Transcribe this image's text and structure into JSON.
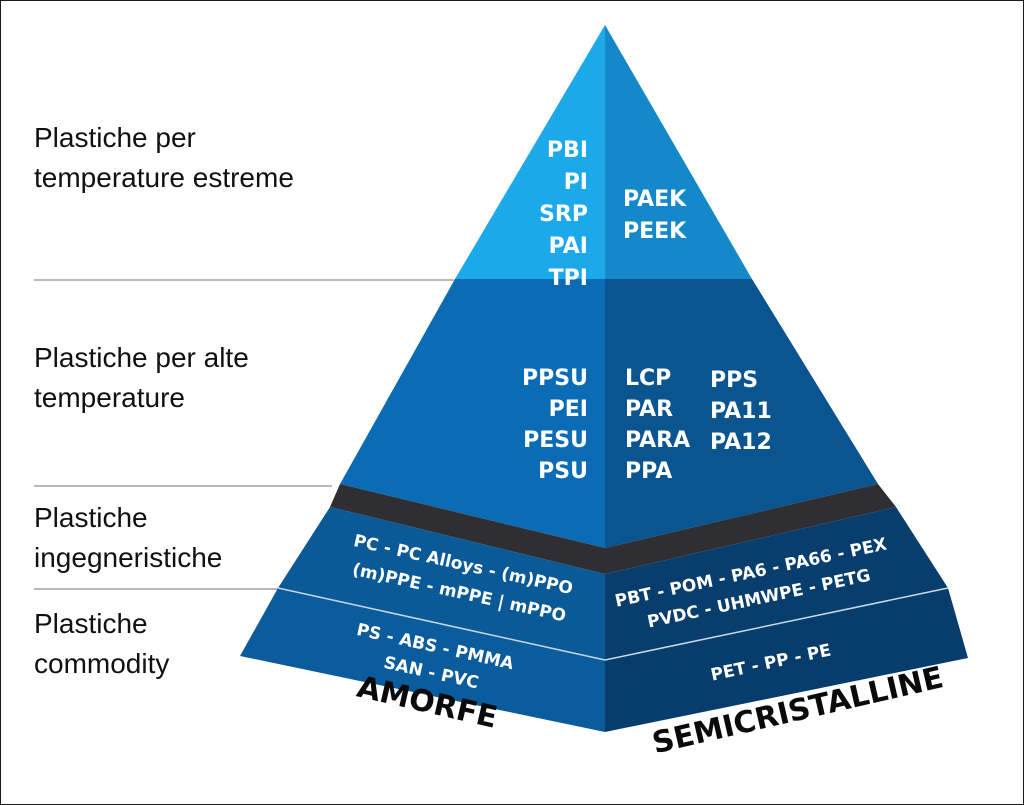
{
  "tiers": {
    "extreme": {
      "line1": "Plastiche per",
      "line2": "temperature estreme"
    },
    "high": {
      "line1": "Plastiche per alte",
      "line2": "temperature"
    },
    "engineering": {
      "line1": "Plastiche",
      "line2": "ingegneristiche"
    },
    "commodity": {
      "line1": "Plastiche",
      "line2": "commodity"
    }
  },
  "pyramid": {
    "top_left": [
      "PBI",
      "PI",
      "SRP",
      "PAI",
      "TPI"
    ],
    "top_right": [
      "PAEK",
      "PEEK"
    ],
    "mid_left": [
      "PPSU",
      "PEI",
      "PESU",
      "PSU"
    ],
    "mid_right_a": [
      "LCP",
      "PAR",
      "PARA",
      "PPA"
    ],
    "mid_right_b": [
      "PPS",
      "PA11",
      "PA12"
    ],
    "eng_left": [
      "PC - PC Alloys - (m)PPO",
      "(m)PPE - mPPE | mPPO"
    ],
    "eng_right": [
      "PBT - POM - PA6 - PA66 - PEX",
      "PVDC - UHMWPE - PETG"
    ],
    "com_left": [
      "PS - ABS - PMMA",
      "SAN - PVC"
    ],
    "com_right": [
      "PET - PP - PE"
    ]
  },
  "columns": {
    "left": "AMORFE",
    "right": "SEMICRISTALLINE"
  },
  "colors": {
    "top_left": "#1ba9e9",
    "top_right": "#1488c9",
    "mid_left": "#0b6cb5",
    "mid_right": "#0a5490",
    "eng_left": "#0a5a98",
    "eng_right": "#083e6d",
    "com_left": "#0b5c9c",
    "com_right": "#073d6c",
    "dark_gap": "#2f2f33"
  }
}
